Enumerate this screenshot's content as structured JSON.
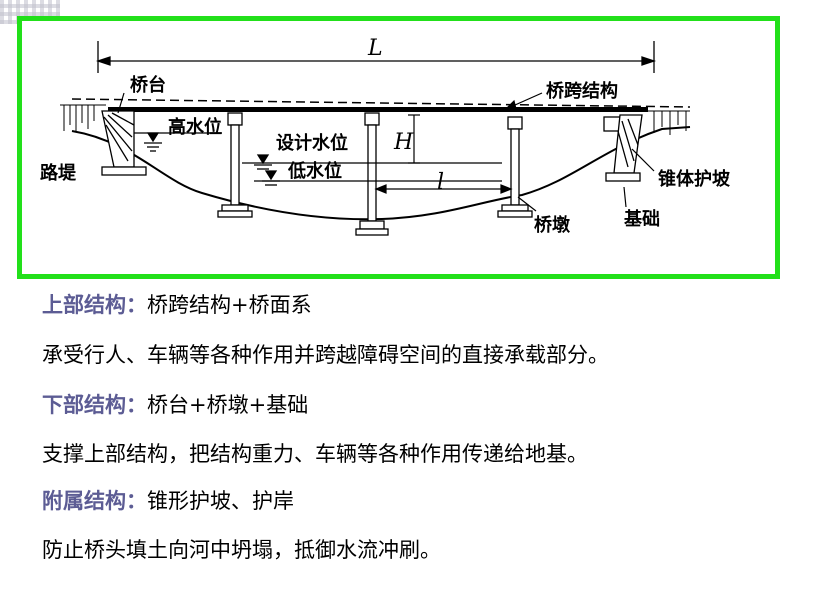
{
  "figure": {
    "labels": {
      "span_total": "L",
      "span_clear": "l",
      "height": "H",
      "abutment": "桥台",
      "superstructure": "桥跨结构",
      "high_water": "高水位",
      "design_water": "设计水位",
      "low_water": "低水位",
      "embankment": "路堤",
      "cone_slope": "锥体护坡",
      "pier": "桥墩",
      "foundation": "基础"
    }
  },
  "sections": [
    {
      "term": "上部结构：",
      "items": "桥跨结构+桥面系",
      "description": "承受行人、车辆等各种作用并跨越障碍空间的直接承载部分。"
    },
    {
      "term": "下部结构：",
      "items": "桥台+桥墩+基础",
      "description": "支撑上部结构，把结构重力、车辆等各种作用传递给地基。"
    },
    {
      "term": "附属结构：",
      "items": "锥形护坡、护岸",
      "description": "防止桥头填土向河中坍塌，抵御水流冲刷。"
    }
  ]
}
